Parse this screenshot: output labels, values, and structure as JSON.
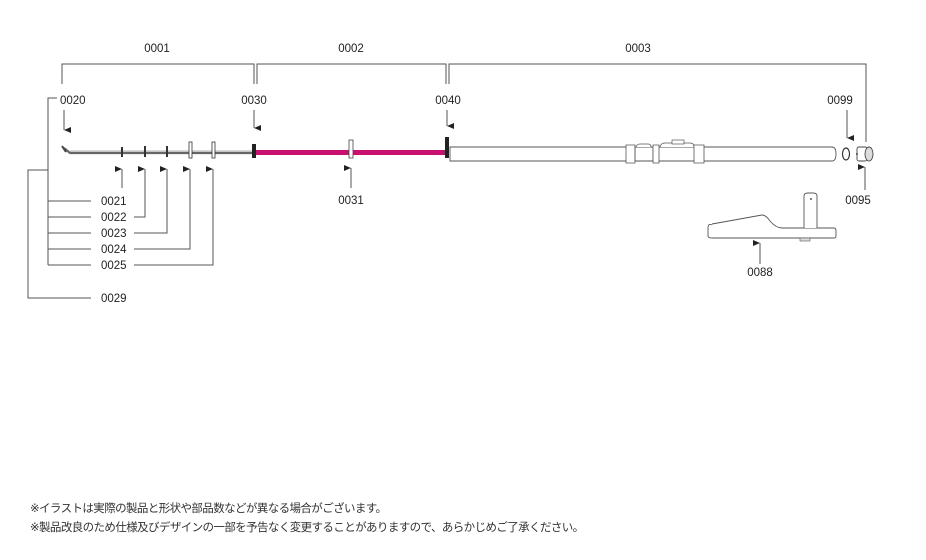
{
  "sections": [
    {
      "id": "0001"
    },
    {
      "id": "0002"
    },
    {
      "id": "0003"
    }
  ],
  "parts": {
    "p0020": "0020",
    "p0021": "0021",
    "p0022": "0022",
    "p0023": "0023",
    "p0024": "0024",
    "p0025": "0025",
    "p0029": "0029",
    "p0030": "0030",
    "p0031": "0031",
    "p0040": "0040",
    "p0099": "0099",
    "p0095": "0095",
    "p0088": "0088"
  },
  "colors": {
    "blank_section": "#c8106e",
    "lines": "#555555"
  },
  "notes": [
    "※イラストは実際の製品と形状や部品数などが異なる場合がございます。",
    "※製品改良のため仕様及びデザインの一部を予告なく変更することがありますので、あらかじめご了承ください。"
  ]
}
